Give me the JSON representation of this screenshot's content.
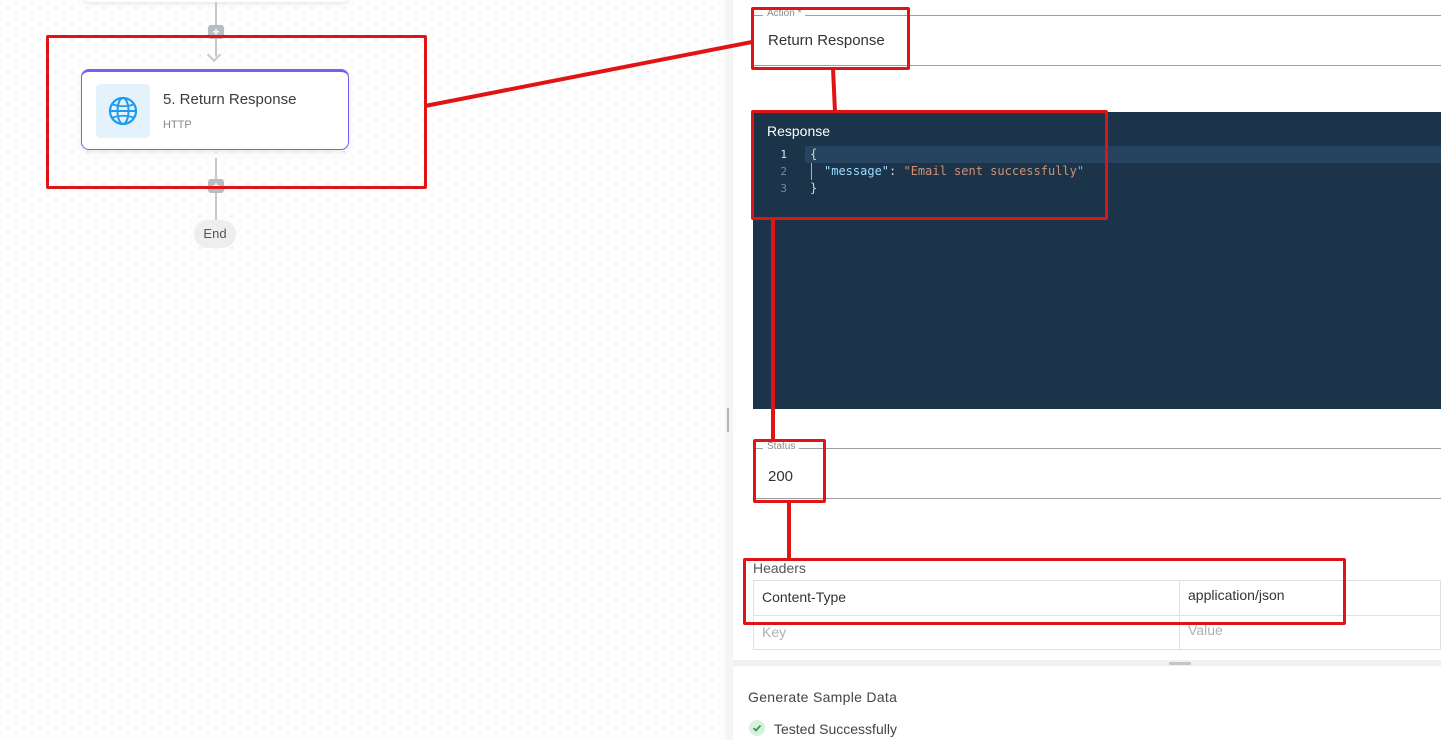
{
  "canvas": {
    "node": {
      "title": "5. Return Response",
      "subtitle": "HTTP"
    },
    "end_label": "End"
  },
  "panel": {
    "action": {
      "legend": "Action *",
      "value": "Return Response"
    },
    "response": {
      "title": "Response",
      "lines": [
        {
          "num": "1",
          "code": "{"
        },
        {
          "num": "2",
          "key": "\"message\"",
          "sep": ": ",
          "str": "\"Email sent successfully\""
        },
        {
          "num": "3",
          "code": "}"
        }
      ]
    },
    "status": {
      "legend": "Status",
      "value": "200"
    },
    "headers": {
      "label": "Headers",
      "rows": [
        {
          "key": "Content-Type",
          "value": "application/json"
        }
      ],
      "key_placeholder": "Key",
      "value_placeholder": "Value"
    },
    "sample": {
      "title": "Generate Sample Data",
      "status": "Tested Successfully"
    }
  },
  "colors": {
    "accent": "#7c5cf5",
    "annotation": "#e01414",
    "editor_bg": "#1b3449",
    "globe": "#1e9bf0"
  }
}
